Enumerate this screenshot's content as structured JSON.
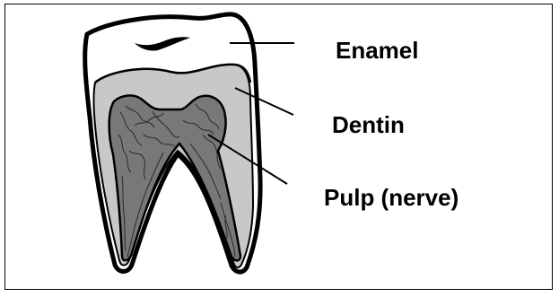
{
  "diagram": {
    "labels": {
      "enamel": "Enamel",
      "dentin": "Dentin",
      "pulp": "Pulp (nerve)"
    },
    "colors": {
      "outline": "#000000",
      "enamel": "#ffffff",
      "dentin": "#c8c8c8",
      "pulp": "#787878",
      "background": "#ffffff"
    }
  }
}
